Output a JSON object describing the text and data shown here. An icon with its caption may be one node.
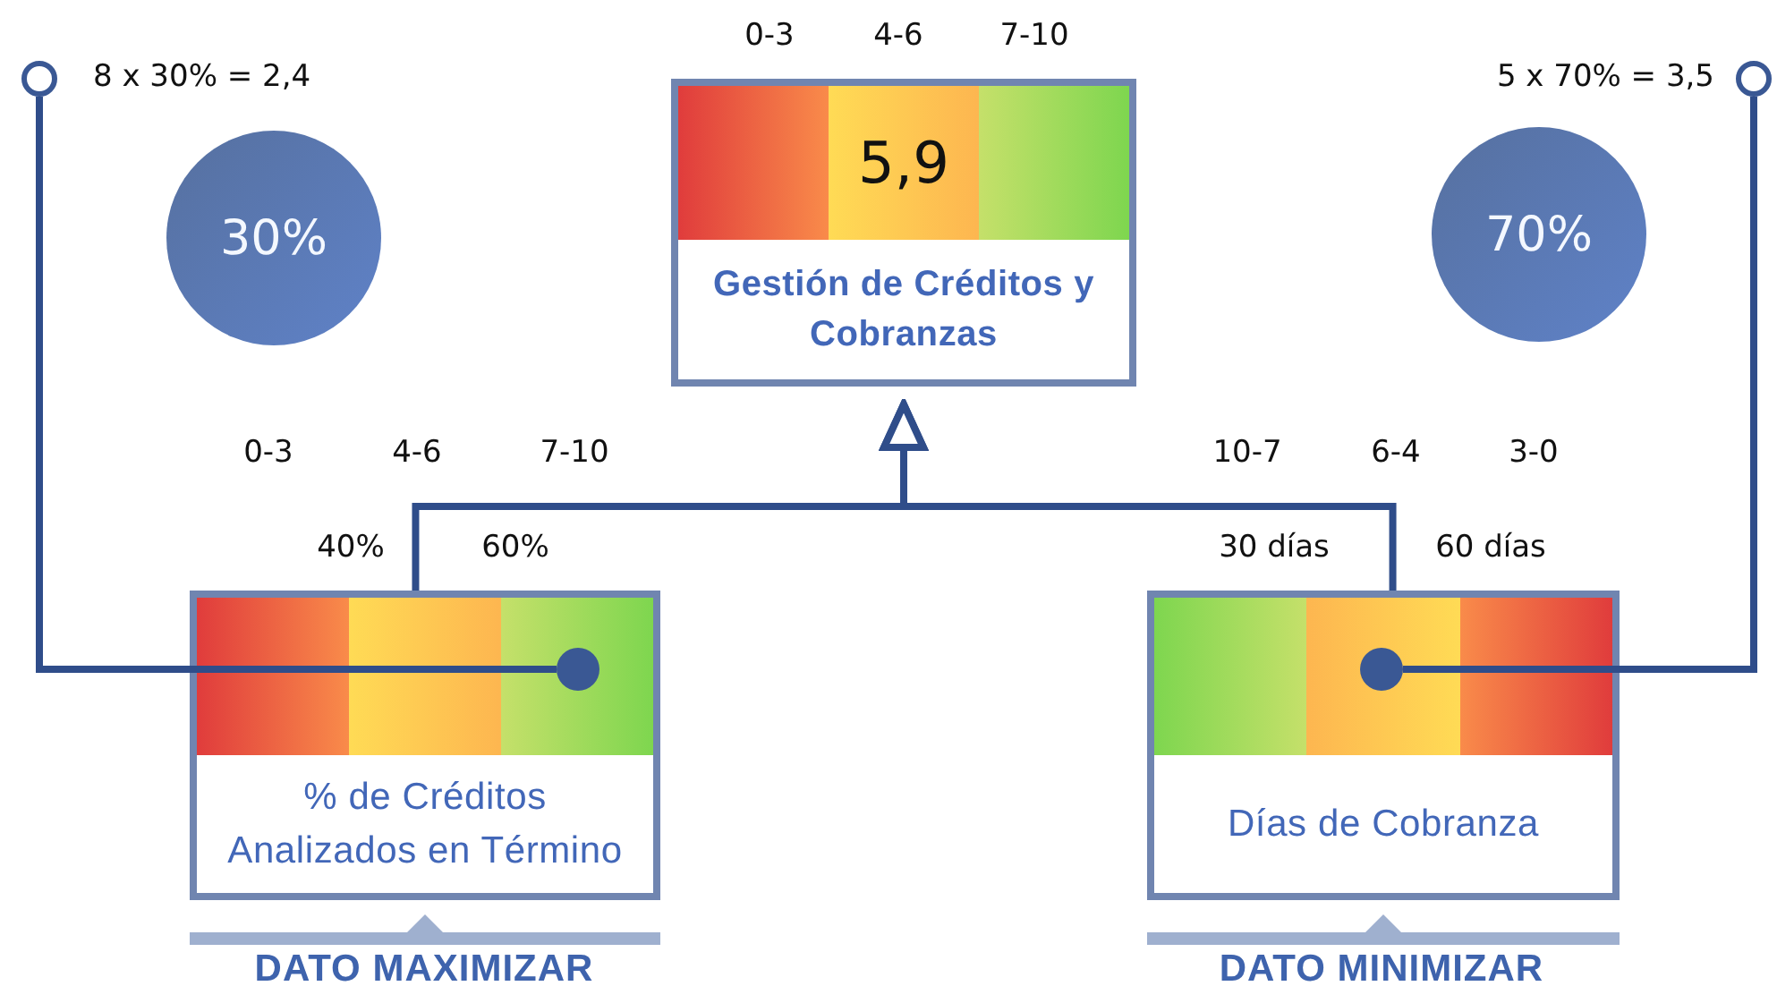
{
  "diagram": {
    "nodes": [
      {
        "text": [
          "5,9",
          "Gestión de Créditos y Cobranzas"
        ]
      },
      {
        "text": [
          "30%"
        ]
      },
      {
        "text": [
          "70%"
        ]
      },
      {
        "text": [
          "% de Créditos Analizados en Término"
        ]
      },
      {
        "text": [
          "Días de Cobranza"
        ]
      },
      {
        "text": [],
        "shape": "circle",
        "in": 3
      },
      {
        "text": [],
        "shape": "circle",
        "in": 4
      },
      {
        "text": [],
        "shape": "circle",
        "beside": [
          "8 x 30% = 2,4"
        ]
      },
      {
        "text": [],
        "shape": "circle",
        "beside": [
          "5 x 70% = 3,5"
        ]
      }
    ],
    "edges": [
      {
        "from": 3,
        "to": 0,
        "arrow": "to"
      },
      {
        "from": 4,
        "to": 0,
        "arrow": "to"
      },
      {
        "from": 7,
        "to": 5,
        "arrow": "none"
      },
      {
        "from": 8,
        "to": 6,
        "arrow": "none"
      }
    ],
    "labels": [
      "0-3",
      "4-6",
      "7-10",
      "0-3",
      "4-6",
      "7-10",
      "10-7",
      "6-4",
      "3-0",
      "40%",
      "60%",
      "30 días",
      "60 días",
      "DATO MAXIMIZAR",
      "DATO MINIMIZAR"
    ]
  }
}
